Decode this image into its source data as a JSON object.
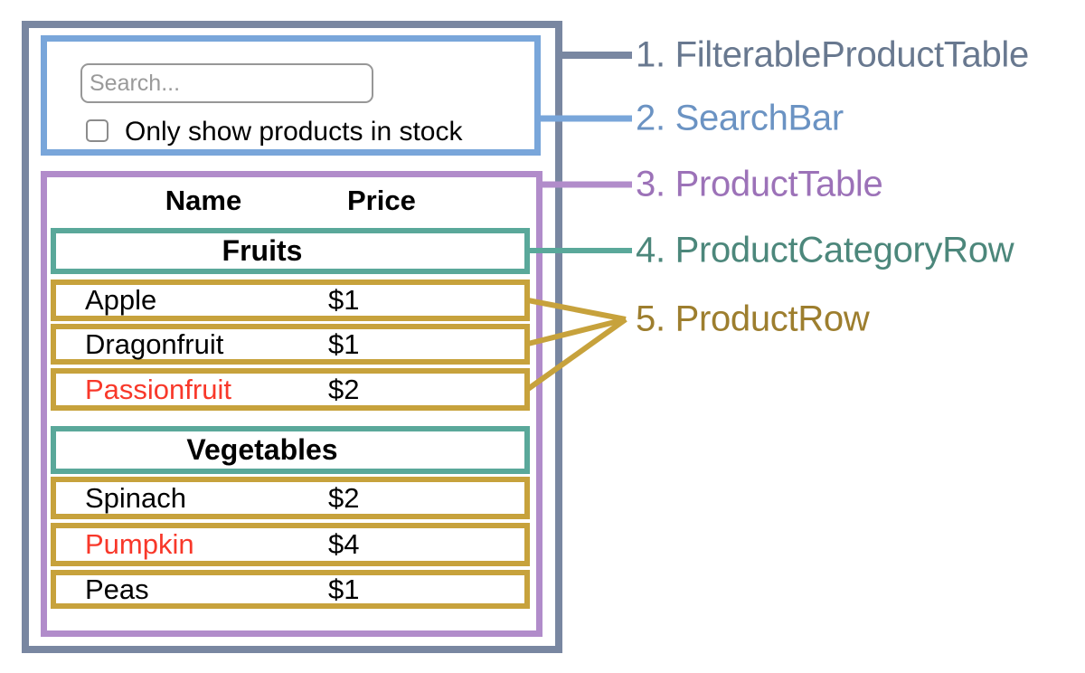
{
  "component_diagram": {
    "search_bar": {
      "search_placeholder": "Search...",
      "checkbox_label": "Only show products in stock",
      "checkbox_checked": false
    },
    "product_table": {
      "name_header": "Name",
      "price_header": "Price",
      "categories": [
        {
          "label": "Fruits",
          "rows": [
            {
              "name": "Apple",
              "price": "$1",
              "out_of_stock": false
            },
            {
              "name": "Dragonfruit",
              "price": "$1",
              "out_of_stock": false
            },
            {
              "name": "Passionfruit",
              "price": "$2",
              "out_of_stock": true
            }
          ]
        },
        {
          "label": "Vegetables",
          "rows": [
            {
              "name": "Spinach",
              "price": "$2",
              "out_of_stock": false
            },
            {
              "name": "Pumpkin",
              "price": "$4",
              "out_of_stock": true
            },
            {
              "name": "Peas",
              "price": "$1",
              "out_of_stock": false
            }
          ]
        }
      ]
    },
    "legend": [
      {
        "label": "1. FilterableProductTable",
        "color": "#68788f"
      },
      {
        "label": "2. SearchBar",
        "color": "#6b93c3"
      },
      {
        "label": "3. ProductTable",
        "color": "#9c72b8"
      },
      {
        "label": "4. ProductCategoryRow",
        "color": "#4c877b"
      },
      {
        "label": "5. ProductRow",
        "color": "#9d7e2e"
      }
    ],
    "colors": {
      "filterable_product_table_border": "#7987a1",
      "search_bar_border": "#79a6da",
      "product_table_border": "#b18cca",
      "product_category_row_border": "#5aa89a",
      "product_row_border": "#c7a23c",
      "out_of_stock_text": "#f8382a"
    }
  }
}
